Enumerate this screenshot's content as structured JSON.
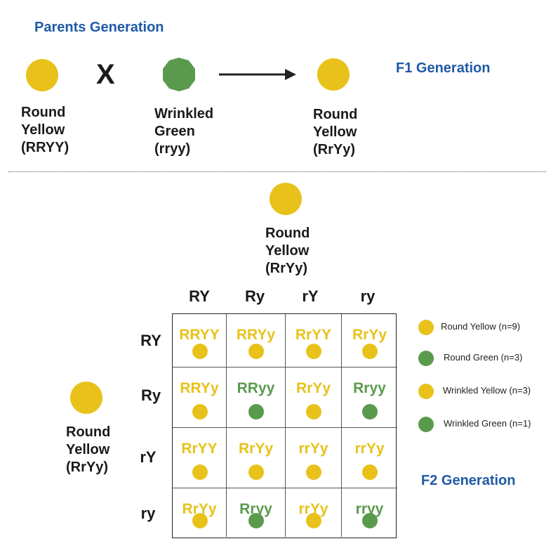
{
  "colors": {
    "yellow": "#e8c21a",
    "green": "#5a9a4d",
    "heading": "#1f5aa6"
  },
  "headings": {
    "parents": "Parents Generation",
    "f1": "F1 Generation",
    "f2": "F2 Generation"
  },
  "parents": {
    "p1": {
      "line1": "Round",
      "line2": "Yellow",
      "line3": "(RRYY)",
      "color": "yellow",
      "shape": "circle"
    },
    "cross_symbol": "X",
    "p2": {
      "line1": "Wrinkled",
      "line2": "Green",
      "line3": "(rryy)",
      "color": "green",
      "shape": "octagon"
    },
    "f1": {
      "line1": "Round",
      "line2": "Yellow",
      "line3": "(RrYy)",
      "color": "yellow",
      "shape": "circle"
    }
  },
  "f2_top_parent": {
    "line1": "Round",
    "line2": "Yellow",
    "line3": "(RrYy)"
  },
  "f2_left_parent": {
    "line1": "Round",
    "line2": "Yellow",
    "line3": "(RrYy)"
  },
  "punnett": {
    "col_gametes": [
      "RY",
      "Ry",
      "rY",
      "ry"
    ],
    "row_gametes": [
      "RY",
      "Ry",
      "rY",
      "ry"
    ],
    "cells": [
      [
        {
          "genotype": "RRYY",
          "color": "yellow"
        },
        {
          "genotype": "RRYy",
          "color": "yellow"
        },
        {
          "genotype": "RrYY",
          "color": "yellow"
        },
        {
          "genotype": "RrYy",
          "color": "yellow"
        }
      ],
      [
        {
          "genotype": "RRYy",
          "color": "yellow"
        },
        {
          "genotype": "RRyy",
          "color": "green"
        },
        {
          "genotype": "RrYy",
          "color": "yellow"
        },
        {
          "genotype": "Rryy",
          "color": "green"
        }
      ],
      [
        {
          "genotype": "RrYY",
          "color": "yellow"
        },
        {
          "genotype": "RrYy",
          "color": "yellow"
        },
        {
          "genotype": "rrYy",
          "color": "yellow"
        },
        {
          "genotype": "rrYy",
          "color": "yellow"
        }
      ],
      [
        {
          "genotype": "RrYy",
          "color": "yellow"
        },
        {
          "genotype": "Rryy",
          "color": "green"
        },
        {
          "genotype": "rrYy",
          "color": "yellow"
        },
        {
          "genotype": "rryy",
          "color": "green"
        }
      ]
    ]
  },
  "legend": [
    {
      "label": "Round Yellow (n=9)",
      "color": "yellow"
    },
    {
      "label": "Round Green (n=3)",
      "color": "green"
    },
    {
      "label": "Wrinkled Yellow (n=3)",
      "color": "yellow"
    },
    {
      "label": "Wrinkled Green (n=1)",
      "color": "green"
    }
  ]
}
